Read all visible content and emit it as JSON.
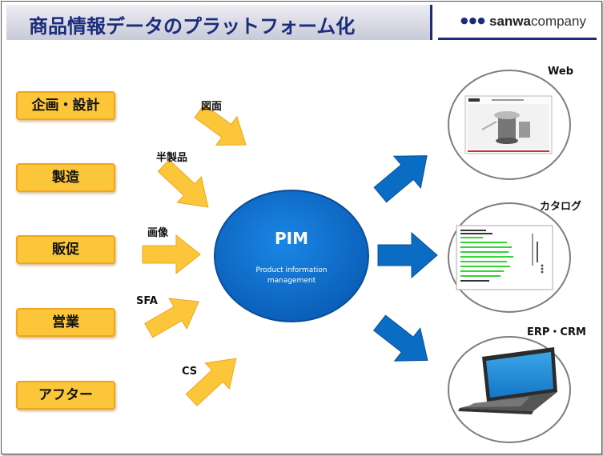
{
  "header": {
    "title": "商品情報データのプラットフォーム化",
    "brand_dots": "●●●",
    "brand_bold": "sanwa",
    "brand_rest": "company"
  },
  "sources": [
    {
      "label": "企画・設計"
    },
    {
      "label": "製造"
    },
    {
      "label": "販促"
    },
    {
      "label": "営業"
    },
    {
      "label": "アフター"
    }
  ],
  "data_types": [
    {
      "label": "図面"
    },
    {
      "label": "半製品"
    },
    {
      "label": "画像"
    },
    {
      "label": "SFA"
    },
    {
      "label": "CS"
    }
  ],
  "hub": {
    "title": "PIM",
    "subtitle_line1": "Product information",
    "subtitle_line2": "management"
  },
  "outputs": [
    {
      "label": "Web",
      "icon": "web-page-thumbnail-icon"
    },
    {
      "label": "カタログ",
      "icon": "catalog-page-thumbnail-icon"
    },
    {
      "label": "ERP・CRM",
      "icon": "laptop-icon"
    }
  ],
  "colors": {
    "title": "#1a2c7a",
    "source_box": "#fcc63a",
    "yellow_arrow": "#fcc63a",
    "blue": "#0b6cc4",
    "catalog_text": "#37d437"
  }
}
